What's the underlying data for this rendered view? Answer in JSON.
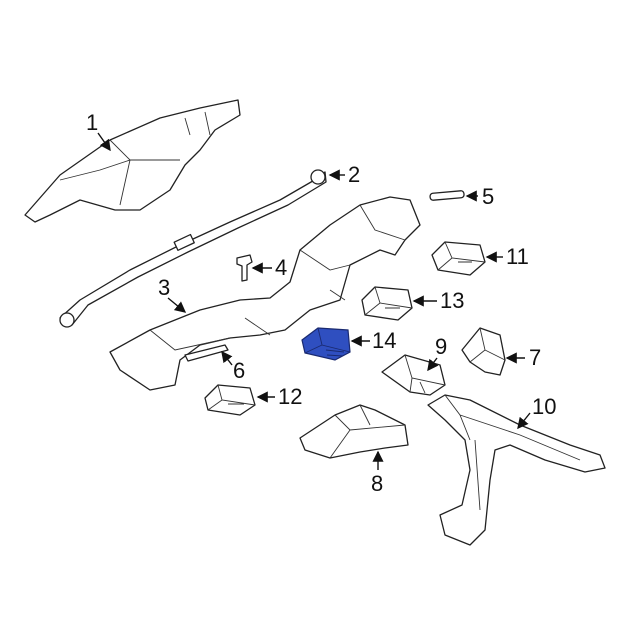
{
  "diagram": {
    "highlight_color": "#2f4fc0",
    "callouts": [
      "1",
      "2",
      "3",
      "4",
      "5",
      "6",
      "7",
      "8",
      "9",
      "10",
      "11",
      "12",
      "13",
      "14"
    ]
  }
}
